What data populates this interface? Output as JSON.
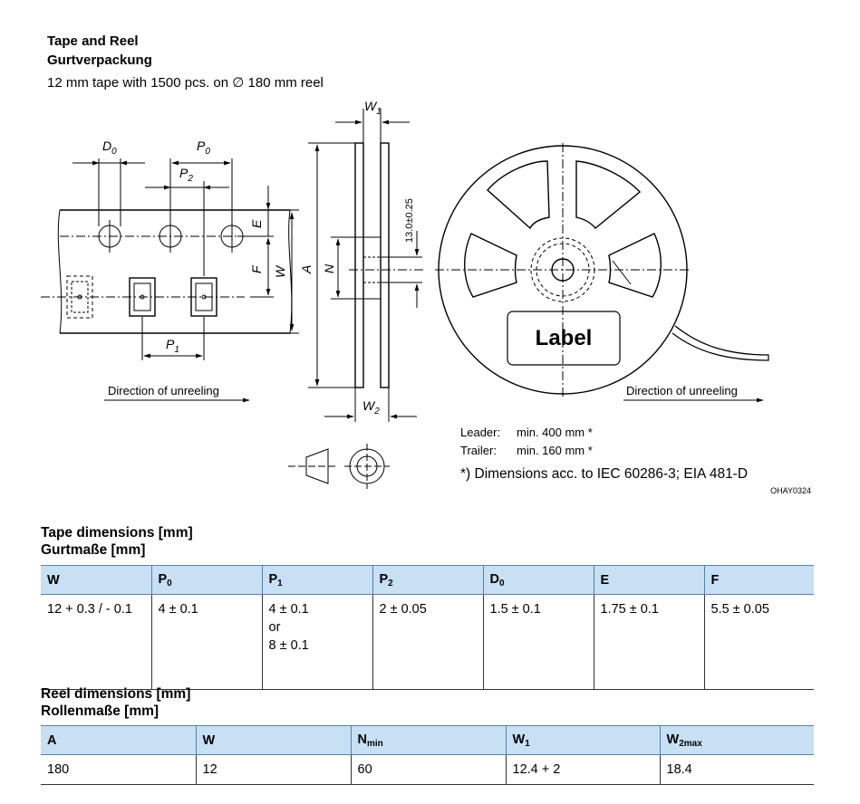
{
  "header": {
    "title_en": "Tape and Reel",
    "title_de": "Gurtverpackung",
    "subtitle": "12 mm tape with 1500 pcs. on ∅ 180 mm reel"
  },
  "drawing": {
    "labels": {
      "D0": "D",
      "D0_sub": "0",
      "P0": "P",
      "P0_sub": "0",
      "P2": "P",
      "P2_sub": "2",
      "P1": "P",
      "P1_sub": "1",
      "E": "E",
      "F": "F",
      "W": "W",
      "A": "A",
      "N": "N",
      "W1": "W",
      "W1_sub": "1",
      "W2": "W",
      "W2_sub": "2",
      "tolerance": "13.0±0.25",
      "label_box": "Label",
      "direction_left": "Direction of unreeling",
      "direction_right": "Direction of unreeling"
    },
    "leader_label": "Leader:",
    "leader_value": "min. 400 mm *",
    "trailer_label": "Trailer:",
    "trailer_value": "min. 160 mm *",
    "footnote": "*) Dimensions acc. to IEC 60286-3; EIA 481-D",
    "drawing_code": "OHAY0324"
  },
  "tape_section": {
    "title_en": "Tape dimensions [mm]",
    "title_de": "Gurtmaße [mm]",
    "columns": [
      {
        "main": "W",
        "sub": ""
      },
      {
        "main": "P",
        "sub": "0"
      },
      {
        "main": "P",
        "sub": "1"
      },
      {
        "main": "P",
        "sub": "2"
      },
      {
        "main": "D",
        "sub": "0"
      },
      {
        "main": "E",
        "sub": ""
      },
      {
        "main": "F",
        "sub": ""
      }
    ],
    "row": [
      [
        "12 + 0.3 / - 0.1"
      ],
      [
        "4 ± 0.1"
      ],
      [
        "4 ± 0.1",
        "or",
        "8 ± 0.1"
      ],
      [
        "2 ± 0.05"
      ],
      [
        "1.5 ± 0.1"
      ],
      [
        "1.75 ± 0.1"
      ],
      [
        "5.5 ± 0.05"
      ]
    ]
  },
  "reel_section": {
    "title_en": "Reel dimensions [mm]",
    "title_de": "Rollenmaße [mm]",
    "columns": [
      {
        "main": "A",
        "sub": ""
      },
      {
        "main": "W",
        "sub": ""
      },
      {
        "main": "N",
        "sub": "min"
      },
      {
        "main": "W",
        "sub": "1"
      },
      {
        "main": "W",
        "sub": "2max"
      }
    ],
    "row": [
      "180",
      "12",
      "60",
      "12.4 + 2",
      "18.4"
    ]
  }
}
